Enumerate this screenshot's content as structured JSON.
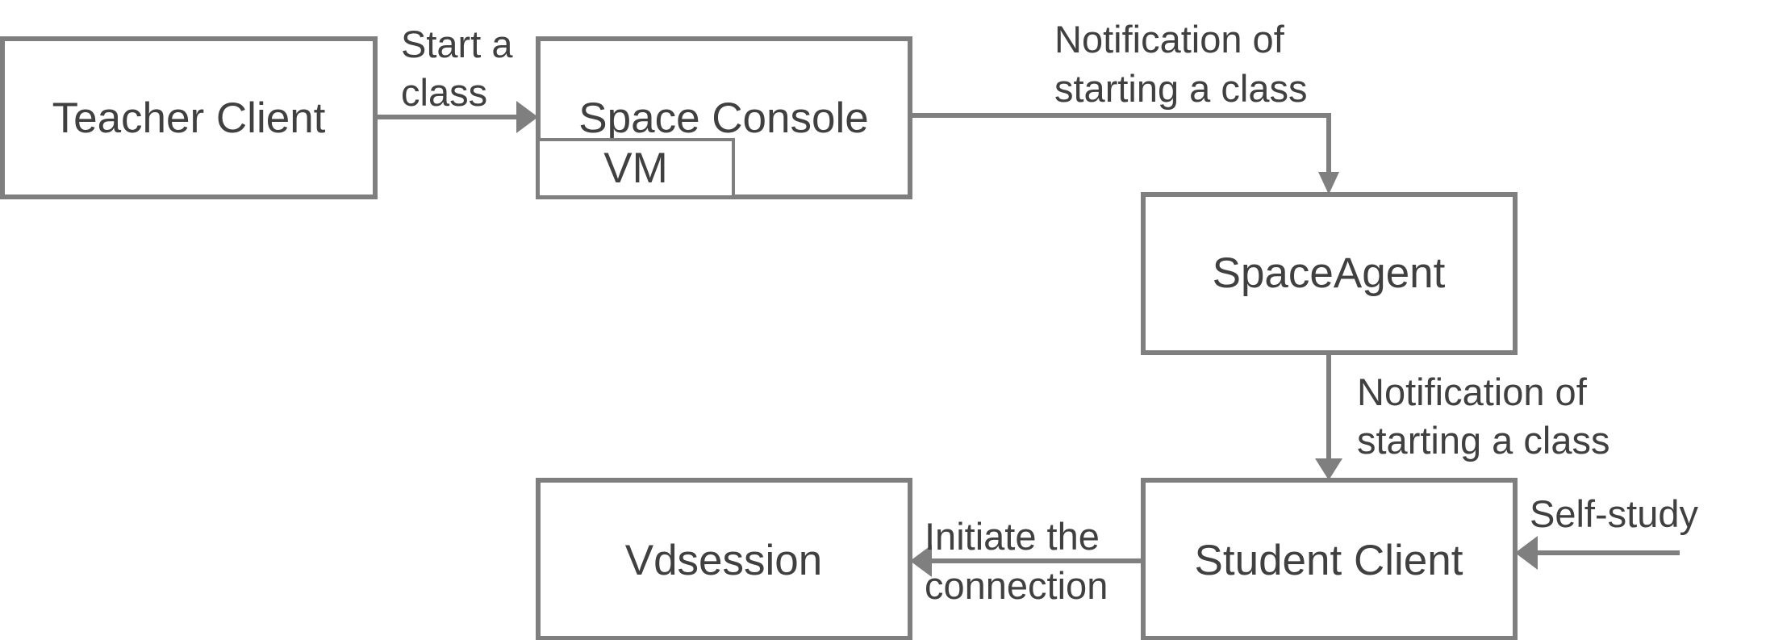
{
  "nodes": {
    "teacher_client": "Teacher Client",
    "space_console": "Space Console",
    "vm": "VM",
    "space_agent": "SpaceAgent",
    "vdsession": "Vdsession",
    "student_client": "Student Client"
  },
  "edges": {
    "start_class": [
      "Start a",
      "class"
    ],
    "notify_agent": [
      "Notification of",
      "starting a class"
    ],
    "notify_student": [
      "Notification of",
      "starting a class"
    ],
    "initiate_connection": [
      "Initiate the",
      "connection"
    ],
    "self_study": "Self-study"
  },
  "colors": {
    "stroke": "#7f7f7f",
    "text": "#404040"
  }
}
